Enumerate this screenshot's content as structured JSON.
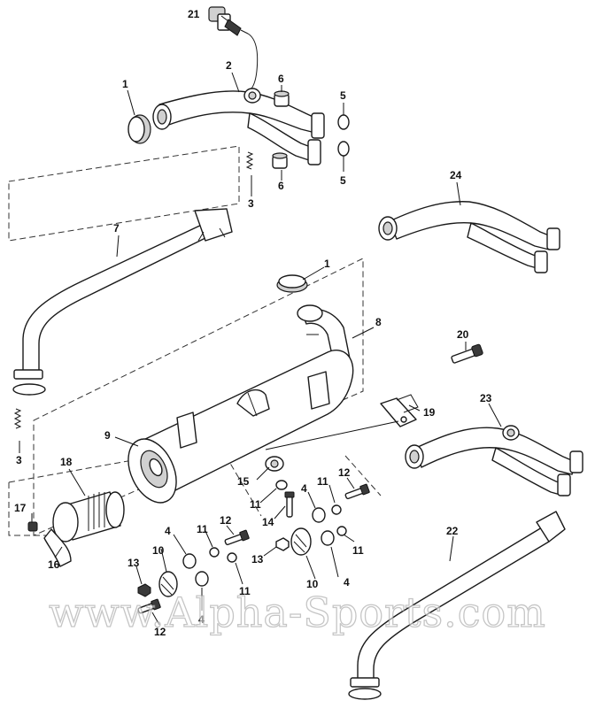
{
  "watermark": "www.Alpha-Sports.com",
  "callouts": {
    "c1a": "1",
    "c1b": "1",
    "c2": "2",
    "c3a": "3",
    "c3b": "3",
    "c4a": "4",
    "c4b": "4",
    "c4c": "4",
    "c4d": "4",
    "c5a": "5",
    "c5b": "5",
    "c6a": "6",
    "c6b": "6",
    "c7": "7",
    "c8": "8",
    "c9": "9",
    "c10a": "10",
    "c10b": "10",
    "c11a": "11",
    "c11b": "11",
    "c11c": "11",
    "c11d": "11",
    "c11e": "11",
    "c12a": "12",
    "c12b": "12",
    "c12c": "12",
    "c13a": "13",
    "c13b": "13",
    "c14": "14",
    "c15": "15",
    "c16": "16",
    "c17": "17",
    "c18": "18",
    "c19": "19",
    "c20": "20",
    "c21": "21",
    "c22": "22",
    "c23": "23",
    "c24": "24"
  }
}
